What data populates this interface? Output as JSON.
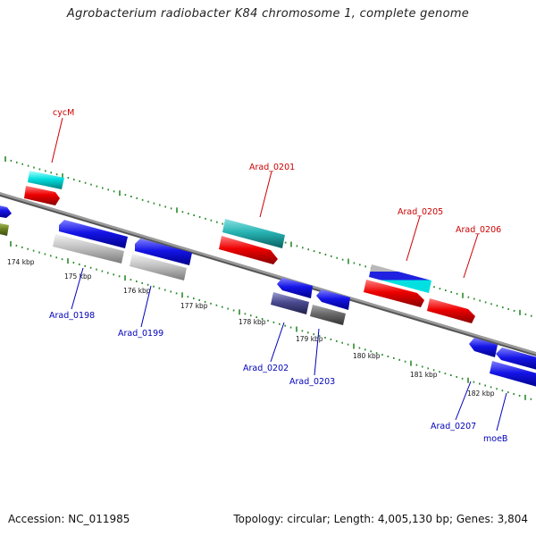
{
  "title": "Agrobacterium radiobacter K84 chromosome 1, complete genome",
  "footer": {
    "accession": "Accession: NC_011985",
    "topology": "Topology: circular; Length: 4,005,130 bp; Genes: 3,804"
  },
  "colors": {
    "backbone": "#8a8a8a",
    "forward_ticks": "#2a8a2a",
    "label_forward": "#cc0000",
    "label_reverse": "#0000bb"
  },
  "scale_labels": [
    "174 kbp",
    "175 kbp",
    "176 kbp",
    "177 kbp",
    "178 kbp",
    "179 kbp",
    "180 kbp",
    "181 kbp",
    "182 kbp"
  ],
  "gene_labels": {
    "cycM": "cycM",
    "arad_0201": "Arad_0201",
    "arad_0205": "Arad_0205",
    "arad_0206": "Arad_0206",
    "arad_0198": "Arad_0198",
    "arad_0199": "Arad_0199",
    "arad_0202": "Arad_0202",
    "arad_0203": "Arad_0203",
    "arad_0207": "Arad_0207",
    "moeB": "moeB"
  }
}
